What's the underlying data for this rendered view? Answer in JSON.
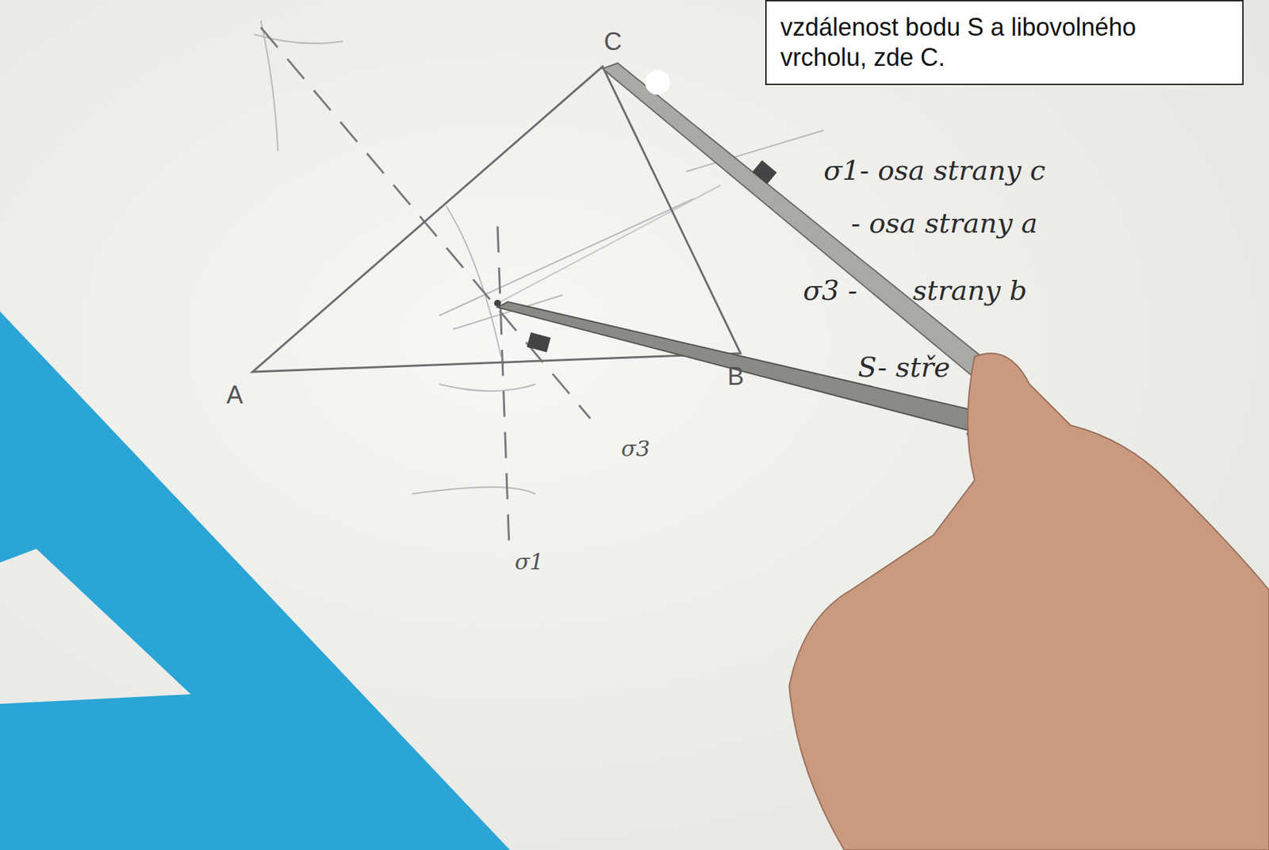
{
  "diagram": {
    "nodes": [
      {
        "text": [
          "vzdálenost bodu S a libovolného vrcholu, zde C."
        ]
      }
    ],
    "labels": [
      "C",
      "A",
      "B",
      "σ1- osa strany c",
      "- osa strany a",
      "σ3 -",
      "strany b",
      "S- stře",
      "σ3",
      "σ1"
    ]
  }
}
